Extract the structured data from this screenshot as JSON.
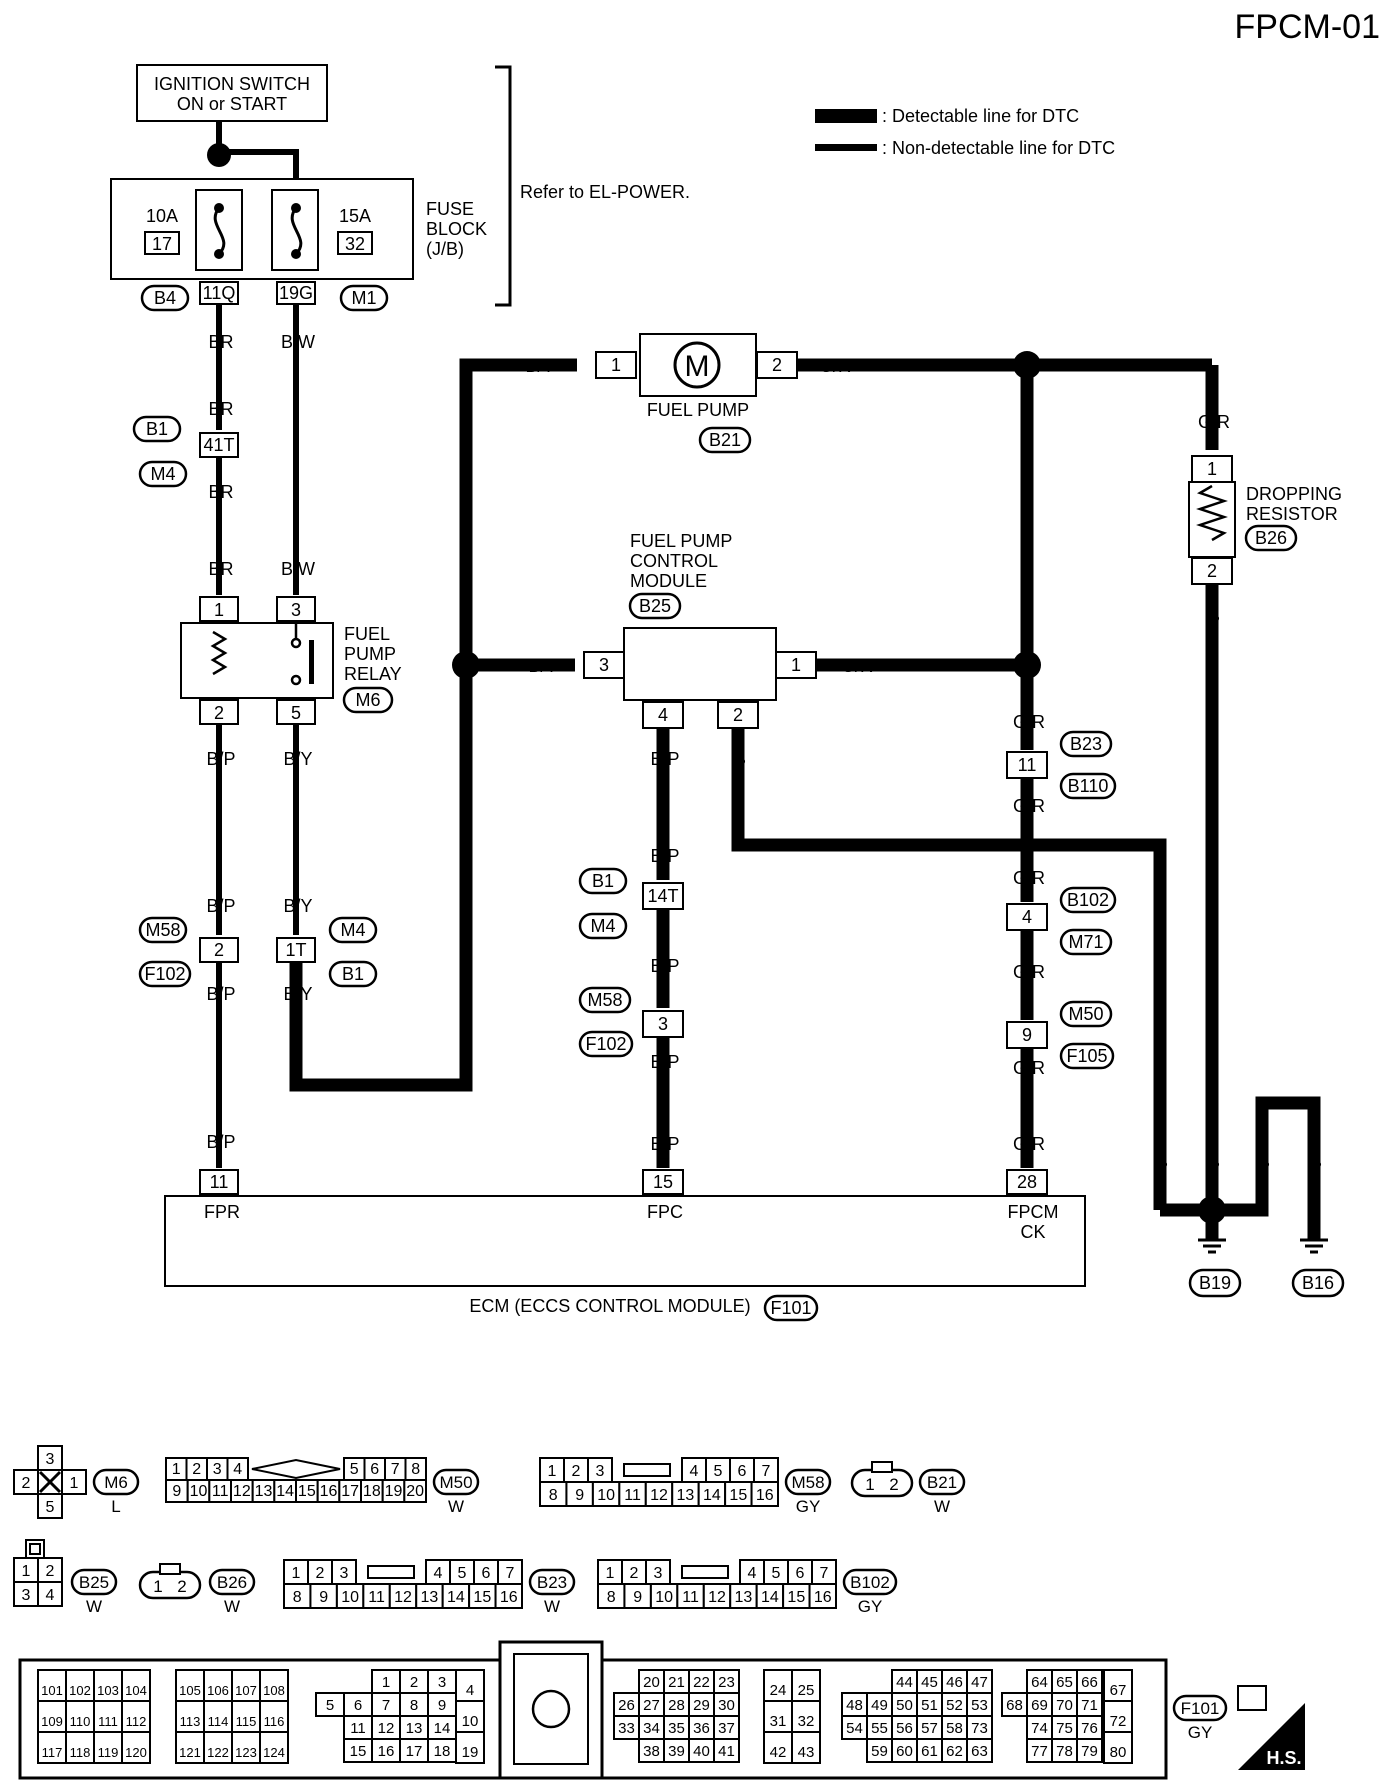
{
  "diagram_title": "FPCM-01",
  "legend": {
    "detectable": ": Detectable line for DTC",
    "non_detectable": ": Non-detectable line for DTC"
  },
  "power_source": {
    "line1": "IGNITION SWITCH",
    "line2": "ON or START"
  },
  "refer_note": "Refer to EL-POWER.",
  "fuse_block": {
    "label1": "FUSE",
    "label2": "BLOCK",
    "label3": "(J/B)",
    "fuse_left": {
      "amp": "10A",
      "num": "17"
    },
    "fuse_right": {
      "amp": "15A",
      "num": "32"
    },
    "pin_left": "11Q",
    "pin_right": "19G",
    "conn_left": "B4",
    "conn_right": "M1"
  },
  "relay": {
    "line1": "FUEL",
    "line2": "PUMP",
    "line3": "RELAY",
    "conn": "M6",
    "pin1": "1",
    "pin3": "3",
    "pin2": "2",
    "pin5": "5"
  },
  "fuel_pump": {
    "label": "FUEL PUMP",
    "conn": "B21",
    "pin1": "1",
    "pin2": "2",
    "symbol": "M"
  },
  "fpcm": {
    "line1": "FUEL PUMP",
    "line2": "CONTROL",
    "line3": "MODULE",
    "conn": "B25",
    "pin3": "3",
    "pin1": "1",
    "pin4": "4",
    "pin2": "2"
  },
  "resistor": {
    "line1": "DROPPING",
    "line2": "RESISTOR",
    "conn": "B26",
    "pin1": "1",
    "pin2": "2"
  },
  "wire_colors": {
    "br": "BR",
    "bw": "B/W",
    "by": "B/Y",
    "bp": "B/P",
    "gr": "G/R",
    "b": "B"
  },
  "inline_connectors": {
    "c41t": "41T",
    "c14t": "14T",
    "c1t": "1T",
    "c2": "2",
    "c3": "3",
    "c4": "4",
    "c9": "9",
    "c11": "11",
    "b1": "B1",
    "m4": "M4",
    "m58": "M58",
    "f102": "F102",
    "b23": "B23",
    "b110": "B110",
    "b102": "B102",
    "m71": "M71",
    "m50": "M50",
    "f105": "F105"
  },
  "ecm": {
    "label": "ECM (ECCS CONTROL MODULE)",
    "conn": "F101",
    "pin11": "11",
    "pin15": "15",
    "pin28": "28",
    "fpr": "FPR",
    "fpc": "FPC",
    "fpcm1": "FPCM",
    "fpcm2": "CK"
  },
  "grounds": {
    "g1": "B19",
    "g2": "B16"
  },
  "connector_views": {
    "m6": {
      "id": "M6",
      "color": "L",
      "pins": [
        "3",
        "2",
        "1",
        "5"
      ]
    },
    "m50": {
      "id": "M50",
      "color": "W",
      "row1": [
        "1",
        "2",
        "3",
        "4",
        "5",
        "6",
        "7",
        "8"
      ],
      "row2": [
        "9",
        "10",
        "11",
        "12",
        "13",
        "14",
        "15",
        "16",
        "17",
        "18",
        "19",
        "20"
      ]
    },
    "m58": {
      "id": "M58",
      "color": "GY",
      "row1": [
        "1",
        "2",
        "3",
        "4",
        "5",
        "6",
        "7"
      ],
      "row2": [
        "8",
        "9",
        "10",
        "11",
        "12",
        "13",
        "14",
        "15",
        "16"
      ]
    },
    "b21": {
      "id": "B21",
      "color": "W",
      "pins": [
        "1",
        "2"
      ]
    },
    "b25": {
      "id": "B25",
      "color": "W",
      "pins": [
        "1",
        "2",
        "3",
        "4"
      ]
    },
    "b26": {
      "id": "B26",
      "color": "W",
      "pins": [
        "1",
        "2"
      ]
    },
    "b23": {
      "id": "B23",
      "color": "W",
      "row1": [
        "1",
        "2",
        "3",
        "4",
        "5",
        "6",
        "7"
      ],
      "row2": [
        "8",
        "9",
        "10",
        "11",
        "12",
        "13",
        "14",
        "15",
        "16"
      ]
    },
    "b102": {
      "id": "B102",
      "color": "GY",
      "row1": [
        "1",
        "2",
        "3",
        "4",
        "5",
        "6",
        "7"
      ],
      "row2": [
        "8",
        "9",
        "10",
        "11",
        "12",
        "13",
        "14",
        "15",
        "16"
      ]
    },
    "f101": {
      "id": "F101",
      "color": "GY",
      "badge": "H.S.",
      "blocks": [
        [
          [
            "101",
            "102",
            "103",
            "104"
          ],
          [
            "109",
            "110",
            "111",
            "112"
          ],
          [
            "117",
            "118",
            "119",
            "120"
          ]
        ],
        [
          [
            "105",
            "106",
            "107",
            "108"
          ],
          [
            "113",
            "114",
            "115",
            "116"
          ],
          [
            "121",
            "122",
            "123",
            "124"
          ]
        ],
        [
          [
            "1",
            "2",
            "3"
          ],
          [
            "5",
            "6",
            "7",
            "8",
            "9"
          ],
          [
            "11",
            "12",
            "13",
            "14"
          ],
          [
            "15",
            "16",
            "17",
            "18"
          ]
        ],
        [
          [
            "4"
          ],
          [
            "10"
          ],
          [
            "19"
          ]
        ],
        [
          [
            "20",
            "21",
            "22",
            "23"
          ],
          [
            "26",
            "27",
            "28",
            "29",
            "30"
          ],
          [
            "33",
            "34",
            "35",
            "36",
            "37"
          ],
          [
            "38",
            "39",
            "40",
            "41"
          ]
        ],
        [
          [
            "24",
            "25"
          ],
          [
            "31",
            "32"
          ],
          [
            "42",
            "43"
          ]
        ],
        [
          [
            "44",
            "45",
            "46",
            "47"
          ],
          [
            "48",
            "49",
            "50",
            "51",
            "52",
            "53"
          ],
          [
            "54",
            "55",
            "56",
            "57",
            "58",
            "73"
          ],
          [
            "59",
            "60",
            "61",
            "62",
            "63"
          ]
        ],
        [
          [
            "64",
            "65",
            "66"
          ],
          [
            "68",
            "69",
            "70",
            "71"
          ],
          [
            "74",
            "75",
            "76"
          ],
          [
            "77",
            "78",
            "79"
          ]
        ],
        [
          [
            "67"
          ],
          [
            "72"
          ],
          [
            "80"
          ]
        ]
      ]
    }
  }
}
